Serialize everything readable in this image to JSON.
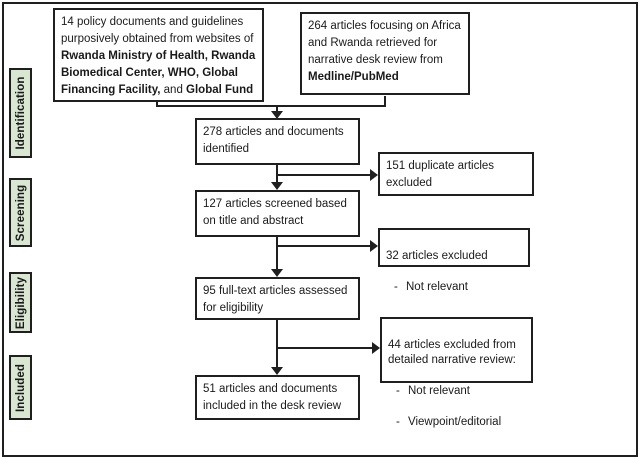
{
  "colors": {
    "line_color": "#1f1f1f",
    "stage_fill": "#d9e7d2",
    "box_fill": "#ffffff",
    "text_color": "#1a1a1a"
  },
  "stages": [
    {
      "label": "Identification"
    },
    {
      "label": "Screening"
    },
    {
      "label": "Eligibility"
    },
    {
      "label": "Included"
    }
  ],
  "boxes": {
    "policy_sources": {
      "segments": [
        {
          "text": "14 policy documents and guidelines\npurposively obtained from websites of\n",
          "bold": false
        },
        {
          "text": "Rwanda Ministry of Health, Rwanda\nBiomedical Center, WHO, Global\nFinancing Facility,",
          "bold": true
        },
        {
          "text": " and ",
          "bold": false
        },
        {
          "text": "Global Fund",
          "bold": true
        }
      ]
    },
    "database_sources": {
      "segments": [
        {
          "text": "264 articles focusing on Africa\nand Rwanda retrieved for\nnarrative desk review from\n",
          "bold": false
        },
        {
          "text": "Medline/PubMed",
          "bold": true
        }
      ]
    },
    "identified": {
      "text": "278 articles and documents\nidentified"
    },
    "duplicates_excluded": {
      "text": "151 duplicate articles\nexcluded"
    },
    "screened": {
      "text": "127 articles screened based\non title and abstract"
    },
    "title_abstract_excluded": {
      "title": "32 articles excluded",
      "bullet_marker": "-",
      "bullets": [
        "Not relevant"
      ]
    },
    "full_text_assessed": {
      "text": "95 full-text articles assessed\nfor eligibility"
    },
    "narrative_excluded": {
      "title": "44 articles excluded from\ndetailed narrative review:",
      "bullet_marker": "-",
      "bullets": [
        "Not relevant",
        "Viewpoint/editorial"
      ]
    },
    "included": {
      "text": "51 articles and documents\nincluded in the desk review"
    }
  }
}
